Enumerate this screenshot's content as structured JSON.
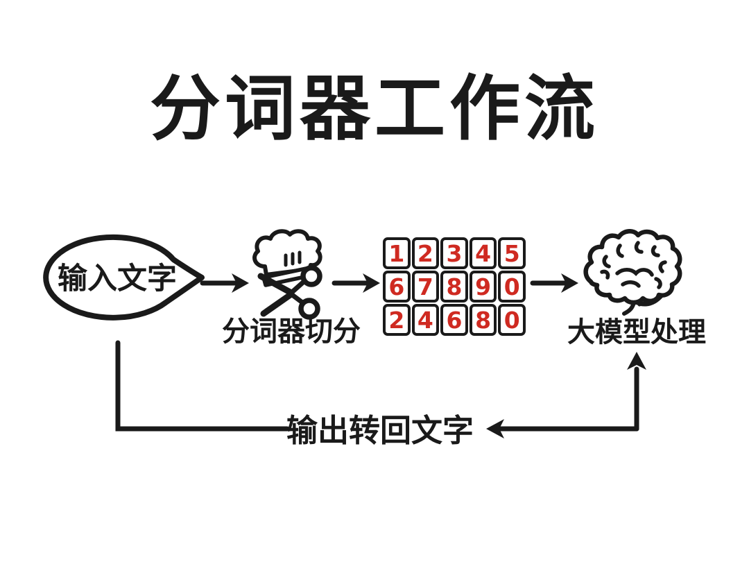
{
  "title": "分词器工作流",
  "colors": {
    "ink": "#1a1a1a",
    "number_red": "#cf2a21",
    "background": "#ffffff"
  },
  "flow": {
    "input_bubble": {
      "label": "输入文字",
      "icon": "speech-bubble-icon"
    },
    "tokenizer_step": {
      "label": "分词器切分",
      "icon": "chef-hat-scissors-icon"
    },
    "token_grid": {
      "rows": [
        [
          "1",
          "2",
          "3",
          "4",
          "5"
        ],
        [
          "6",
          "7",
          "8",
          "9",
          "0"
        ],
        [
          "2",
          "4",
          "6",
          "8",
          "0"
        ]
      ]
    },
    "model_step": {
      "label": "大模型处理",
      "icon": "brain-icon"
    }
  },
  "loop": {
    "output_label": "输出转回文字"
  }
}
